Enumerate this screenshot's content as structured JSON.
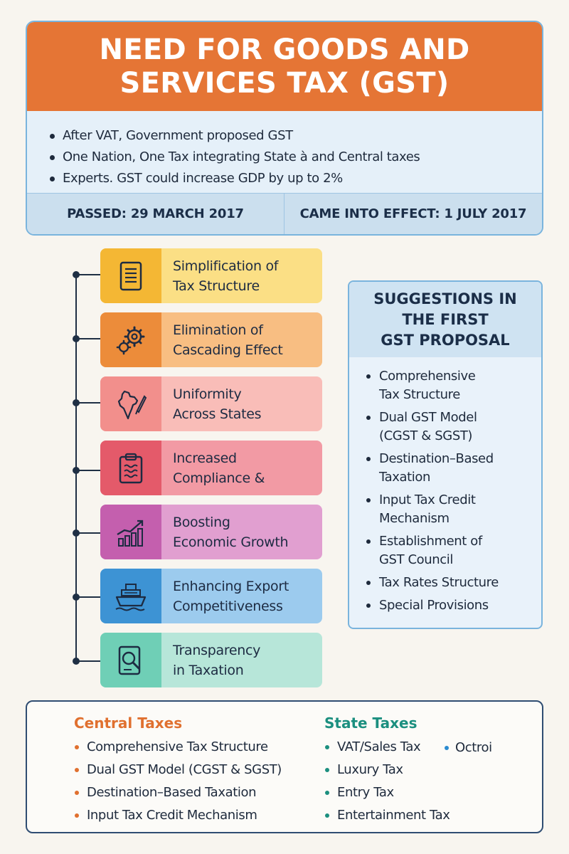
{
  "header": {
    "title_line1": "NEED FOR GOODS AND",
    "title_line2": "SERVICES TAX (GST)",
    "bullets": [
      "After VAT, Government proposed GST",
      "One Nation, One Tax integrating State à and Central taxes",
      "Experts. GST could increase GDP by up to 2%"
    ],
    "passed": "PASSED: 29 MARCH 2017",
    "effect": "CAME INTO EFFECT: 1 JULY 2017"
  },
  "features": [
    {
      "line1": "Simplification of",
      "line2": "Tax Structure",
      "icon": "document-icon",
      "icon_bg": "#f4b734",
      "bg": "#fbdf85"
    },
    {
      "line1": "Elimination of",
      "line2": "Cascading Effect",
      "icon": "gears-icon",
      "icon_bg": "#ec8c3a",
      "bg": "#f8be82"
    },
    {
      "line1": "Uniformity",
      "line2": "Across States",
      "icon": "india-map-icon",
      "icon_bg": "#f28f8c",
      "bg": "#f9bdb8"
    },
    {
      "line1": "Increased",
      "line2": "Compliance &",
      "icon": "clipboard-icon",
      "icon_bg": "#e45a6a",
      "bg": "#f29aa4"
    },
    {
      "line1": "Boosting",
      "line2": "Economic Growth",
      "icon": "growth-chart-icon",
      "icon_bg": "#c45fae",
      "bg": "#e19fd0"
    },
    {
      "line1": "Enhancing Export",
      "line2": "Competitiveness",
      "icon": "cargo-ship-icon",
      "icon_bg": "#3d93d4",
      "bg": "#9ccbee"
    },
    {
      "line1": "Transparency",
      "line2": "in Taxation",
      "icon": "magnifier-document-icon",
      "icon_bg": "#6fcfb6",
      "bg": "#b7e6d9"
    }
  ],
  "suggestions": {
    "title_line1": "SUGGESTIONS IN",
    "title_line2": "THE FIRST",
    "title_line3": "GST PROPOSAL",
    "items": [
      {
        "line1": "Comprehensive",
        "line2": "Tax Structure"
      },
      {
        "line1": "Dual GST Model",
        "line2": "(CGST & SGST)"
      },
      {
        "line1": "Destination–Based",
        "line2": "Taxation"
      },
      {
        "line1": "Input Tax Credit",
        "line2": "Mechanism"
      },
      {
        "line1": "Establishment of",
        "line2": "GST Council"
      },
      {
        "line1": "Tax Rates Structure",
        "line2": ""
      },
      {
        "line1": "Special Provisions",
        "line2": ""
      }
    ]
  },
  "taxes": {
    "central_title": "Central Taxes",
    "central": [
      "Comprehensive Tax Structure",
      "Dual GST Model (CGST & SGST)",
      "Destination–Based Taxation",
      "Input Tax Credit Mechanism"
    ],
    "state_title": "State Taxes",
    "state": [
      "VAT/Sales Tax",
      "Luxury Tax",
      "Entry Tax",
      "Entertainment Tax"
    ],
    "state_extra": "Octroi"
  },
  "colors": {
    "title_bar": "#e57535",
    "central_accent": "#e0702f",
    "state_accent": "#1b8f7f",
    "octroi_bullet": "#2b8bd0"
  }
}
